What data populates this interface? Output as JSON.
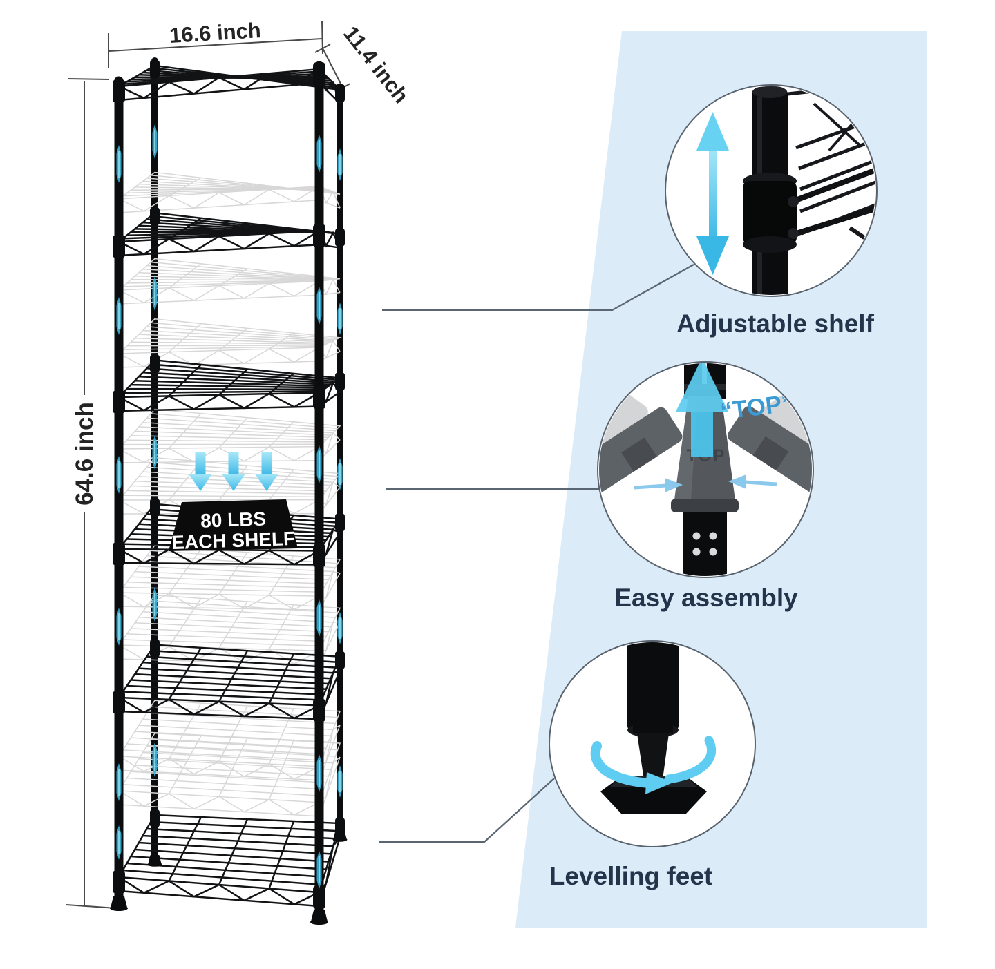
{
  "dimensions": {
    "width": "16.6 inch",
    "depth": "11.4 inch",
    "height": "64.6 inch"
  },
  "capacity_sign": {
    "line1": "80 LBS",
    "line2": "EACH SHELF"
  },
  "features": [
    {
      "label": "Adjustable shelf"
    },
    {
      "label": "Easy assembly",
      "callout": "“TOP”",
      "embossed": "TOP"
    },
    {
      "label": "Levelling feet"
    }
  ],
  "colors": {
    "panel_blue": "#dcebf8",
    "accent_cyan": "#4fc4ec",
    "label_text": "#24344b",
    "shelf_black": "#101112",
    "ghost_gray": "#d7d7d7"
  }
}
